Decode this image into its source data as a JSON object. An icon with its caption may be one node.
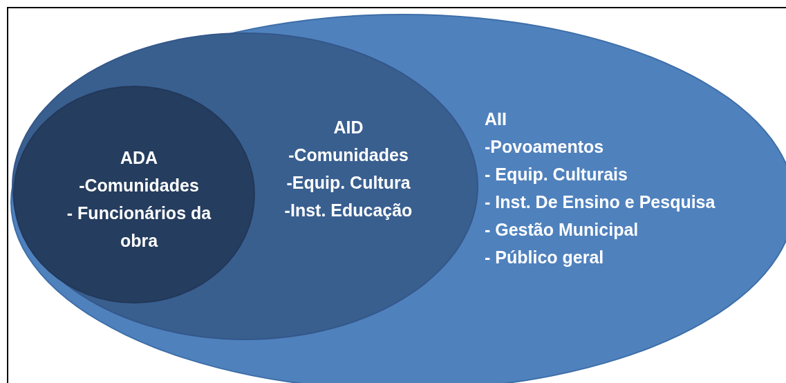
{
  "diagram": {
    "nodes": [
      {
        "text": [
          "AII",
          "-Povoamentos",
          "- Equip. Culturais",
          "- Inst. De Ensino e Pesquisa",
          "- Gestão Municipal",
          "- Público geral"
        ]
      },
      {
        "text": [
          "AID",
          "-Comunidades",
          "-Equip. Cultura",
          "-Inst. Educação"
        ],
        "in": 0
      },
      {
        "text": [
          "ADA",
          "-Comunidades",
          "- Funcionários da obra"
        ],
        "in": 1
      }
    ]
  }
}
